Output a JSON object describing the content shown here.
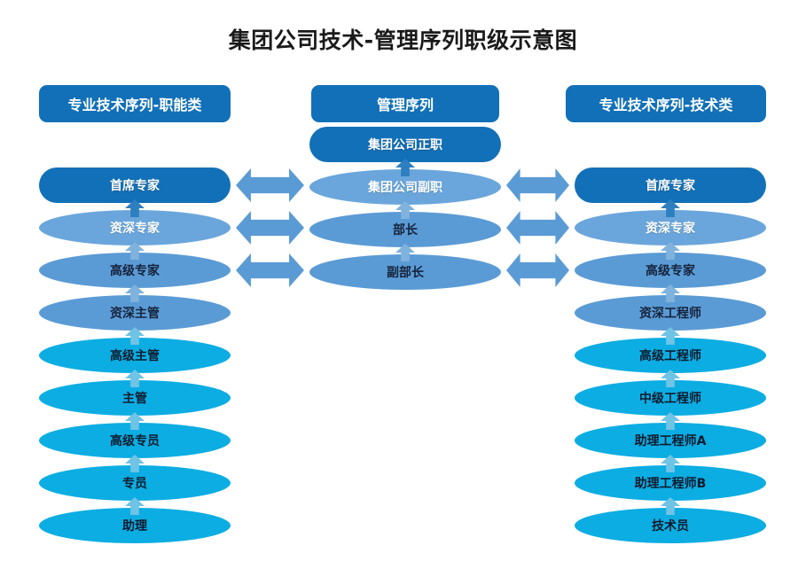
{
  "title": "集团公司技术-管理序列职级示意图",
  "columns": {
    "left": {
      "header": "专业技术序列-职能类",
      "items": [
        {
          "label": "首席专家",
          "tone": "dark",
          "shape": "pill"
        },
        {
          "label": "资深专家",
          "tone": "mid-light",
          "shape": "ellipse"
        },
        {
          "label": "高级专家",
          "tone": "mid",
          "shape": "ellipse"
        },
        {
          "label": "资深主管",
          "tone": "mid",
          "shape": "ellipse"
        },
        {
          "label": "高级主管",
          "tone": "cyan",
          "shape": "ellipse"
        },
        {
          "label": "主管",
          "tone": "cyan",
          "shape": "ellipse"
        },
        {
          "label": "高级专员",
          "tone": "cyan",
          "shape": "ellipse"
        },
        {
          "label": "专员",
          "tone": "cyan",
          "shape": "ellipse"
        },
        {
          "label": "助理",
          "tone": "cyan",
          "shape": "ellipse"
        }
      ]
    },
    "middle": {
      "header": "管理序列",
      "items": [
        {
          "label": "集团公司正职",
          "tone": "dark",
          "shape": "pill"
        },
        {
          "label": "集团公司副职",
          "tone": "mid-light",
          "shape": "ellipse"
        },
        {
          "label": "部长",
          "tone": "mid",
          "shape": "ellipse"
        },
        {
          "label": "副部长",
          "tone": "mid",
          "shape": "ellipse"
        }
      ]
    },
    "right": {
      "header": "专业技术序列-技术类",
      "items": [
        {
          "label": "首席专家",
          "tone": "dark",
          "shape": "pill"
        },
        {
          "label": "资深专家",
          "tone": "mid-light",
          "shape": "ellipse"
        },
        {
          "label": "高级专家",
          "tone": "mid",
          "shape": "ellipse"
        },
        {
          "label": "资深工程师",
          "tone": "mid",
          "shape": "ellipse"
        },
        {
          "label": "高级工程师",
          "tone": "cyan",
          "shape": "ellipse"
        },
        {
          "label": "中级工程师",
          "tone": "cyan",
          "shape": "ellipse"
        },
        {
          "label": "助理工程师A",
          "tone": "cyan",
          "shape": "ellipse"
        },
        {
          "label": "助理工程师B",
          "tone": "cyan",
          "shape": "ellipse"
        },
        {
          "label": "技术员",
          "tone": "cyan",
          "shape": "ellipse"
        }
      ]
    }
  },
  "connectors": {
    "vertical_arrow": "up-arrow",
    "horizontal_arrow": "double-headed-arrow",
    "equivalence_rows": [
      1,
      2,
      3
    ]
  },
  "colors": {
    "header_blue": "#1270b8",
    "node_dark": "#1270b8",
    "node_mid": "#5b9bd5",
    "node_mid_light": "#6aa6db",
    "node_cyan": "#0cade2",
    "arrow_blue": "#5b9bd5",
    "title_text": "#1a1a1a",
    "background": "#ffffff"
  }
}
